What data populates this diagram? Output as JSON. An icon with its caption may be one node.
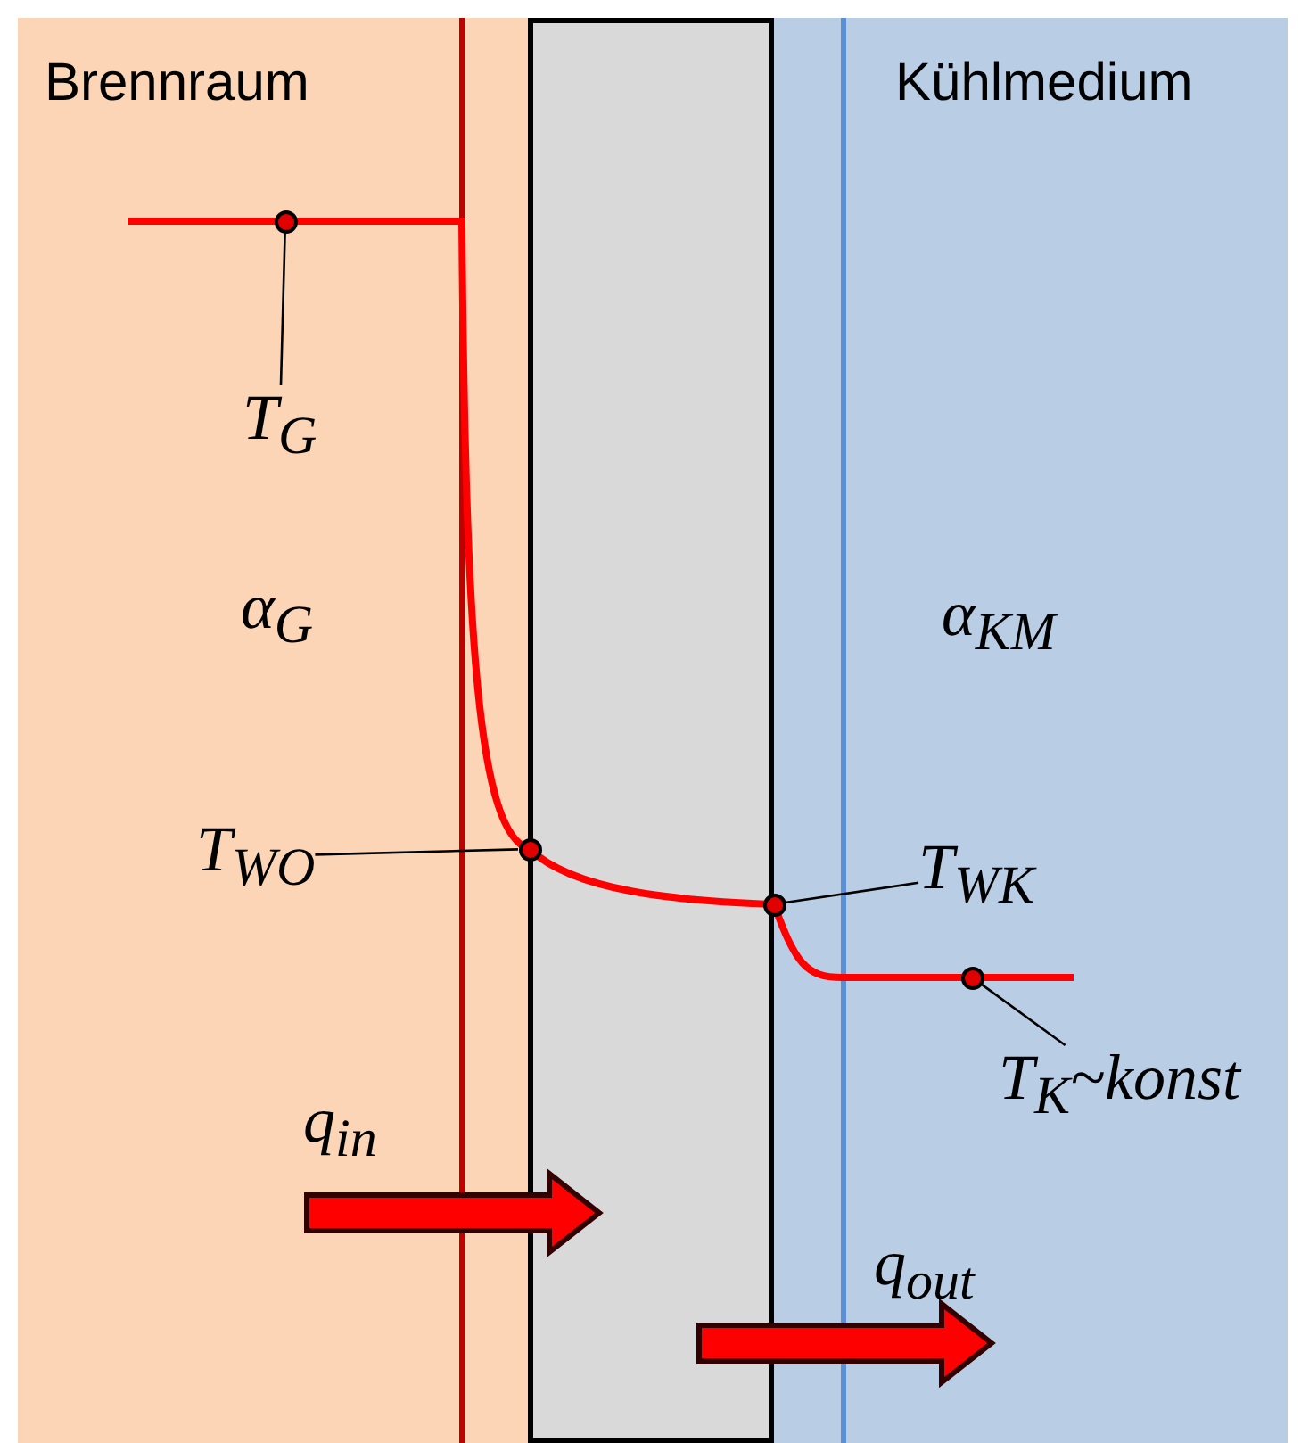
{
  "diagram": {
    "nodes": [
      {
        "text": [
          "Brennraum"
        ]
      },
      {
        "text": [],
        "shape": "box"
      },
      {
        "text": [
          "Kühlmedium"
        ]
      },
      {
        "text": [
          "T$_{G}$"
        ],
        "in": 0
      },
      {
        "text": [],
        "shape": "circle",
        "in": 0
      },
      {
        "text": [
          "T$_{WO}$"
        ],
        "in": 0
      },
      {
        "text": [],
        "shape": "circle"
      },
      {
        "text": [
          "T$_{WK}$"
        ],
        "in": 2
      },
      {
        "text": [],
        "shape": "circle"
      },
      {
        "text": [
          "T$_{K}$~konst"
        ],
        "in": 2
      },
      {
        "text": [],
        "shape": "circle",
        "in": 2
      }
    ],
    "edges": [
      {
        "from": 3,
        "to": 4,
        "arrow": "none"
      },
      {
        "from": 5,
        "to": 6,
        "arrow": "none"
      },
      {
        "from": 7,
        "to": 8,
        "arrow": "none"
      },
      {
        "from": 9,
        "to": 10,
        "arrow": "none"
      }
    ],
    "labels": [
      "α$_{G}$",
      "α$_{KM}$",
      "q$_{in}$",
      "q$_{out}$"
    ]
  }
}
